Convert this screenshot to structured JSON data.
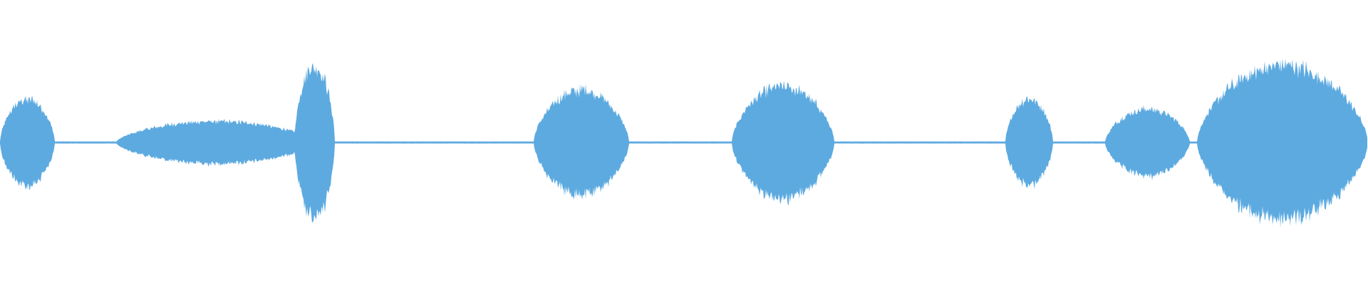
{
  "waveform": {
    "color": "#5DAAE0",
    "segments": [
      {
        "start": 0.0,
        "end": 0.04,
        "peak": 0.35
      },
      {
        "start": 0.085,
        "end": 0.23,
        "peak": 0.17
      },
      {
        "start": 0.215,
        "end": 0.245,
        "peak": 0.62
      },
      {
        "start": 0.39,
        "end": 0.46,
        "peak": 0.42
      },
      {
        "start": 0.535,
        "end": 0.61,
        "peak": 0.45
      },
      {
        "start": 0.735,
        "end": 0.77,
        "peak": 0.35
      },
      {
        "start": 0.808,
        "end": 0.87,
        "peak": 0.27
      },
      {
        "start": 0.875,
        "end": 1.0,
        "peak": 0.62
      }
    ]
  }
}
